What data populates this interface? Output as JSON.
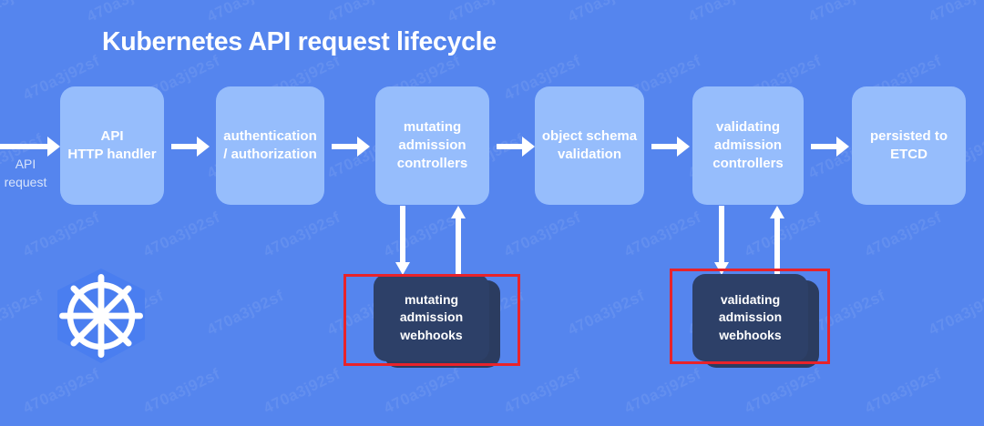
{
  "title": "Kubernetes API request lifecycle",
  "colors": {
    "background": "#5585ee",
    "stage_box": "#96bdfc",
    "webhook_card": "#2d4068",
    "webhook_card_back": "#2b3c60",
    "highlight": "#e8232a",
    "text": "#ffffff",
    "muted_text": "#d8e4fb",
    "logo_blue": "#4a7ef0"
  },
  "entry": {
    "label_line1": "API",
    "label_line2": "request"
  },
  "pipeline": {
    "stages": [
      {
        "id": "api-http-handler",
        "lines": [
          "API",
          "HTTP handler"
        ]
      },
      {
        "id": "authentication-authorization",
        "lines": [
          "authentication",
          "/ authorization"
        ]
      },
      {
        "id": "mutating-admission-controllers",
        "lines": [
          "mutating",
          "admission",
          "controllers"
        ]
      },
      {
        "id": "object-schema-validation",
        "lines": [
          "object schema",
          "validation"
        ]
      },
      {
        "id": "validating-admission-controllers",
        "lines": [
          "validating",
          "admission",
          "controllers"
        ]
      },
      {
        "id": "persisted-to-etcd",
        "lines": [
          "persisted to",
          "ETCD"
        ]
      }
    ]
  },
  "webhooks": [
    {
      "id": "mutating-admission-webhooks",
      "lines": [
        "mutating",
        "admission",
        "webhooks"
      ],
      "highlighted": true
    },
    {
      "id": "validating-admission-webhooks",
      "lines": [
        "validating",
        "admission",
        "webhooks"
      ],
      "highlighted": true
    }
  ],
  "logo": {
    "name": "kubernetes-logo",
    "alt": "Kubernetes helm wheel"
  },
  "watermark": {
    "text": "470a3j92sf"
  }
}
